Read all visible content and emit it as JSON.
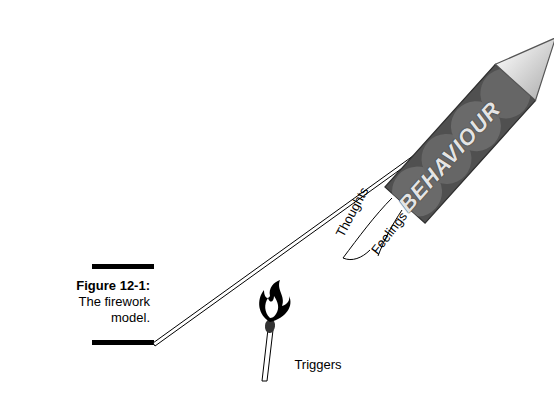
{
  "diagram": {
    "caption": "Figure 12-1: The firework model.",
    "labels": [
      "BEHAVIOUR",
      "Thoughts",
      "Feelings",
      "Triggers"
    ]
  }
}
